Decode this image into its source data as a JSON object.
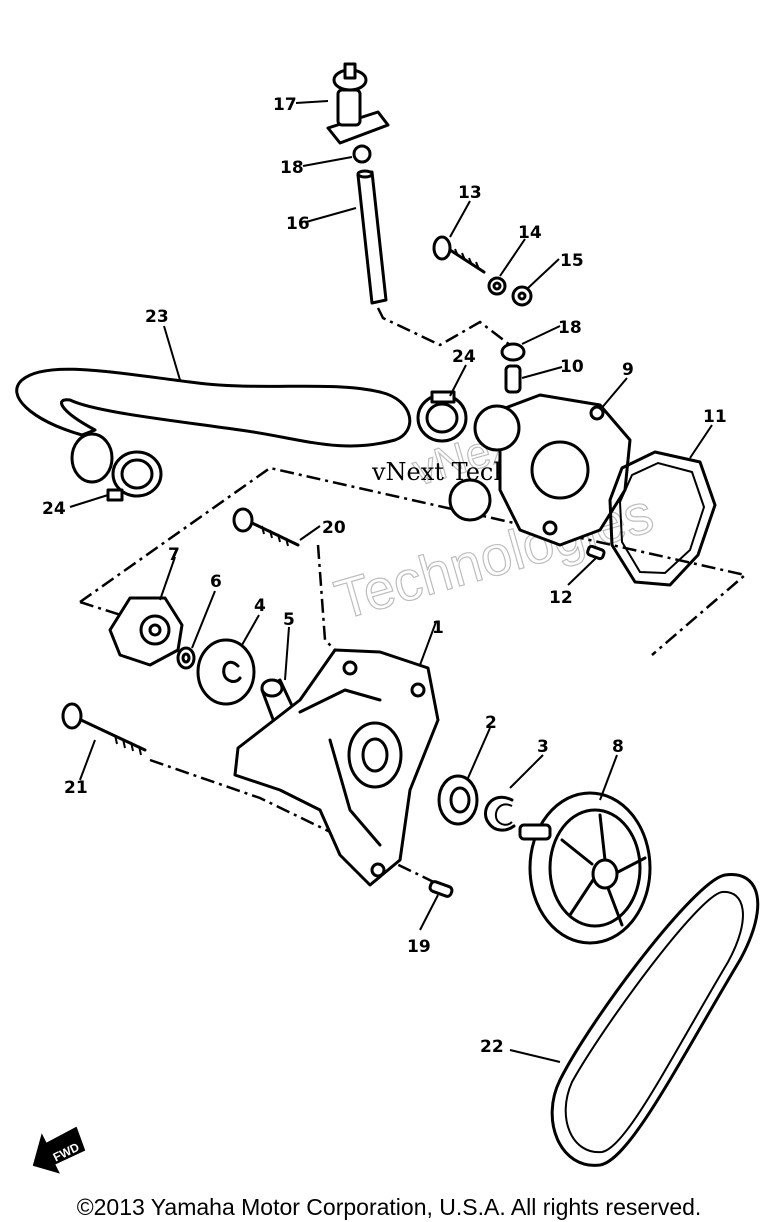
{
  "diagram": {
    "callouts": [
      "1",
      "2",
      "3",
      "4",
      "5",
      "6",
      "7",
      "8",
      "9",
      "10",
      "11",
      "12",
      "13",
      "14",
      "15",
      "16",
      "17",
      "18",
      "18",
      "19",
      "20",
      "21",
      "22",
      "23",
      "24",
      "24"
    ],
    "watermark": {
      "line1": "vNext Technologies",
      "line2": "Technologies",
      "line3": "vNext"
    },
    "front_marker": "FWD"
  },
  "copyright": "©2013 Yamaha Motor Corporation, U.S.A. All rights reserved."
}
